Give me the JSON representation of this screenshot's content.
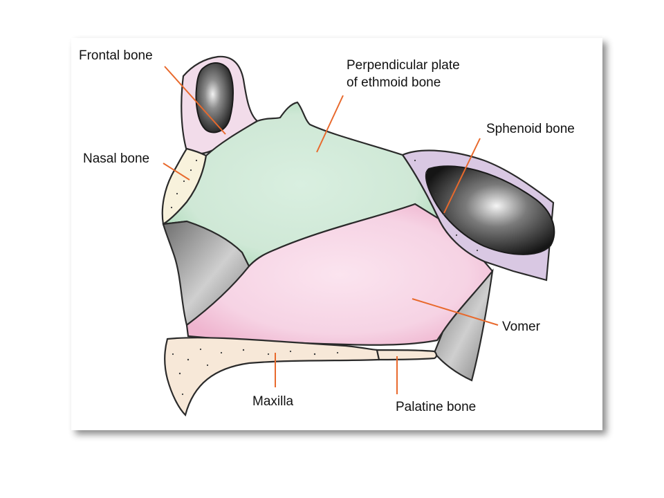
{
  "labels": {
    "frontal": "Frontal bone",
    "ethmoid_line1": "Perpendicular plate",
    "ethmoid_line2": "of ethmoid bone",
    "sphenoid": "Sphenoid bone",
    "nasal": "Nasal bone",
    "vomer": "Vomer",
    "maxilla": "Maxilla",
    "palatine": "Palatine bone"
  },
  "colors": {
    "leader": "#e8692c",
    "outline": "#2a2a2a",
    "ethmoid": "#cfe8d6",
    "vomer": "#f6d3e4",
    "frontal": "#f2dcea",
    "sphenoid": "#d9c8e3",
    "maxilla": "#f7e8d8",
    "nasal": "#f8f2dc",
    "cartilage_gray": "#9a9a9a"
  }
}
